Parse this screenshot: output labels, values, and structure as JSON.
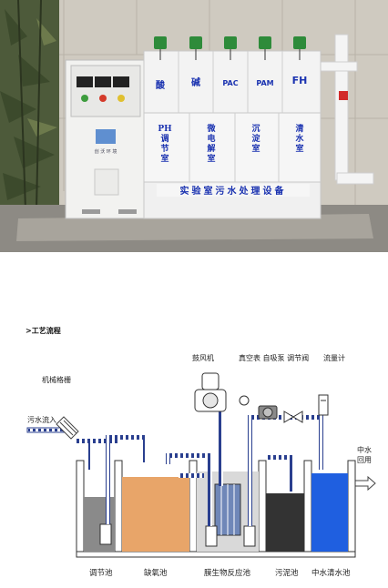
{
  "photo": {
    "reagent_labels": [
      "酸",
      "碱",
      "PAC",
      "PAM",
      "FH"
    ],
    "chamber_labels": [
      "PH\n调\n节\n室",
      "微\n电\n解\n室",
      "沉\n淀\n室",
      "清\n水\n室"
    ],
    "banner": "实验室污水处理设备",
    "cabinet_logo_text": "创 沃 环 境"
  },
  "process": {
    "heading": "工艺流程",
    "top_labels": {
      "screen": "机械格栅",
      "blower": "鼓风机",
      "vacuum_pump_group": "真空表 自吸泵 调节阀",
      "flowmeter": "流量计"
    },
    "inlet": "污水流入",
    "outlet": "中水\n回用",
    "tanks": [
      "调节池",
      "缺氧池",
      "膜生物反应池",
      "污泥池",
      "中水清水池"
    ]
  },
  "colors": {
    "cabinet": "#f2f2f0",
    "green_pump": "#2e8b3a",
    "regulating_tank": "#8a8a8a",
    "anoxic_tank": "#e8a569",
    "membrane_tank": "#d9d9d9",
    "sludge_tank": "#333333",
    "clear_water_tank": "#1f5fe0",
    "pipe": "#2a3f8f"
  }
}
